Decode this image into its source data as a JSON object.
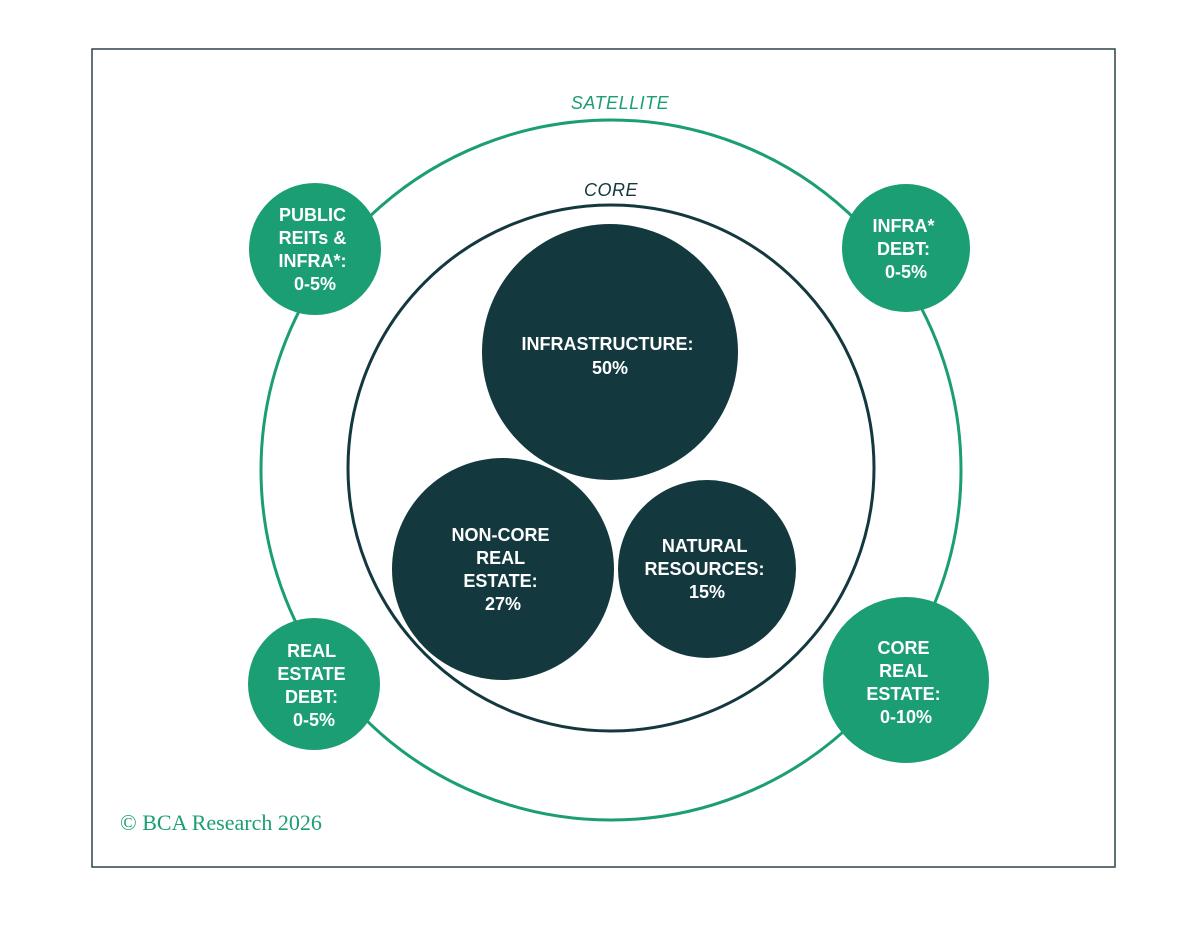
{
  "diagram": {
    "satellite_label": "SATELLITE",
    "core_label": "CORE",
    "core_nodes": [
      {
        "lines": [
          "INFRASTRUCTURE:",
          "50%"
        ]
      },
      {
        "lines": [
          "NON-CORE",
          "REAL",
          "ESTATE:",
          "27%"
        ]
      },
      {
        "lines": [
          "NATURAL",
          "RESOURCES:",
          "15%"
        ]
      }
    ],
    "satellite_nodes": [
      {
        "lines": [
          "PUBLIC",
          "REITs &",
          "INFRA*:",
          "0-5%"
        ]
      },
      {
        "lines": [
          "INFRA*",
          "DEBT:",
          "0-5%"
        ]
      },
      {
        "lines": [
          "REAL",
          "ESTATE",
          "DEBT:",
          "0-5%"
        ]
      },
      {
        "lines": [
          "CORE",
          "REAL",
          "ESTATE:",
          "0-10%"
        ]
      }
    ]
  },
  "footer": {
    "copyright": "© BCA Research 2026"
  },
  "colors": {
    "satellite_green": "#1c9e74",
    "core_dark": "#13393f",
    "frame": "#2c4348",
    "text_white": "#ffffff"
  }
}
